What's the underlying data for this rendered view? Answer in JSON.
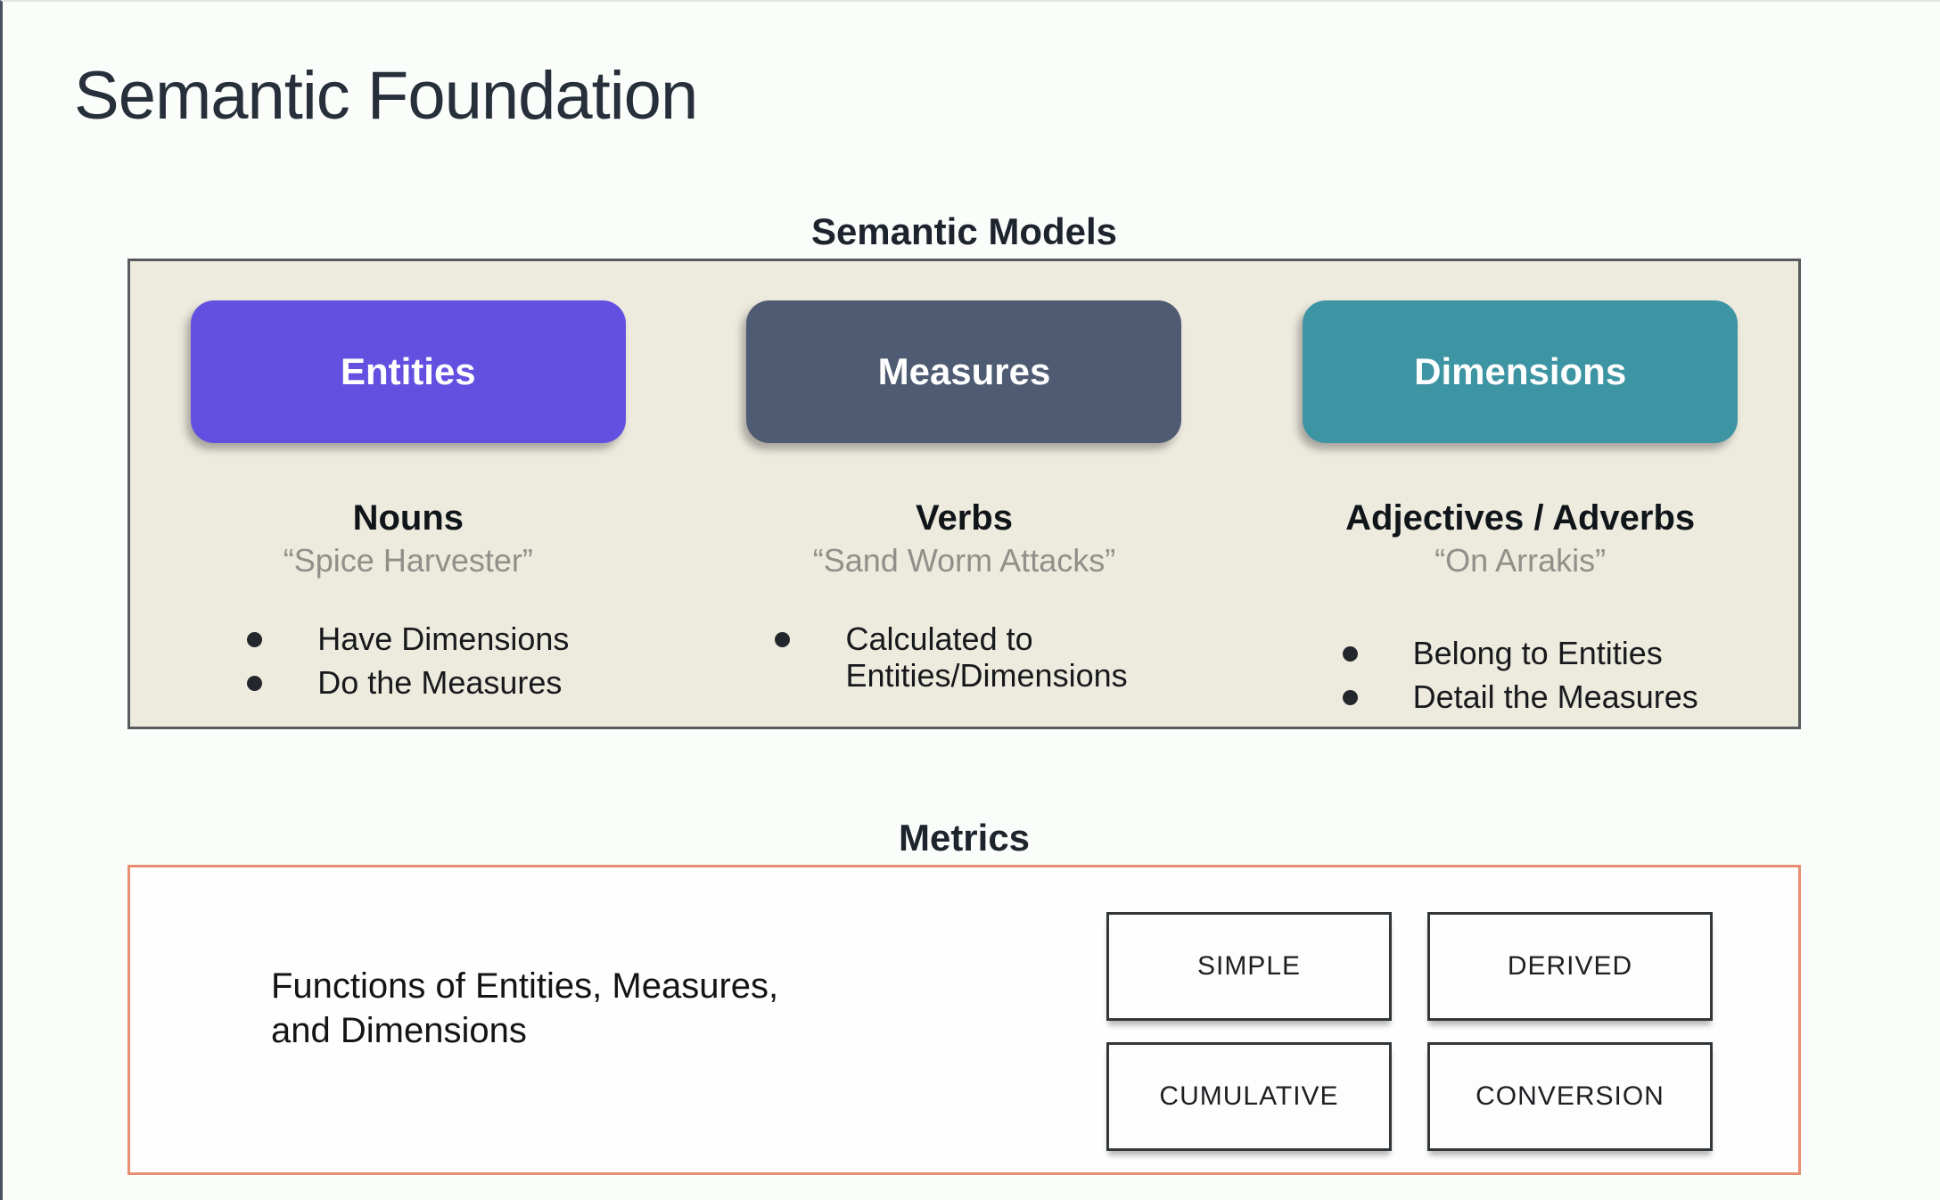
{
  "page": {
    "title": "Semantic Foundation"
  },
  "colors": {
    "entities_button": "#6450e0",
    "measures_button": "#4e5b72",
    "dimensions_button": "#3d94a2",
    "models_box_bg": "#edeade",
    "models_box_border": "#585c5e",
    "metrics_box_border": "#e78f70",
    "quote_gray": "#8f9089"
  },
  "semantic_models": {
    "heading": "Semantic Models",
    "columns": [
      {
        "button": "Entities",
        "color": "#6450e0",
        "subtitle": "Nouns",
        "quote": "“Spice Harvester”",
        "bullets": [
          "Have Dimensions",
          "Do the Measures"
        ]
      },
      {
        "button": "Measures",
        "color": "#4e5b72",
        "subtitle": "Verbs",
        "quote": "“Sand Worm Attacks”",
        "bullets": [
          "Calculated to Entities/Dimensions"
        ]
      },
      {
        "button": "Dimensions",
        "color": "#3d94a2",
        "subtitle": "Adjectives / Adverbs",
        "quote": "“On Arrakis”",
        "bullets": [
          "Belong to Entities",
          "Detail the Measures"
        ]
      }
    ]
  },
  "metrics": {
    "heading": "Metrics",
    "description_line1": "Functions of Entities, Measures,",
    "description_line2": "and Dimensions",
    "types": [
      "SIMPLE",
      "DERIVED",
      "CUMULATIVE",
      "CONVERSION"
    ]
  }
}
